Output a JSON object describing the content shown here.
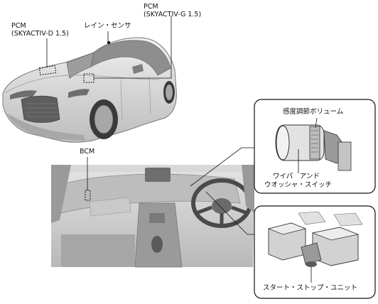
{
  "labels": {
    "pcm_d": "PCM",
    "pcm_d_sub": "(SKYACTIV-D 1.5)",
    "rain_sensor": "レイン・センサ",
    "pcm_g": "PCM",
    "pcm_g_sub": "(SKYACTIV-G 1.5)",
    "bcm": "BCM",
    "sensitivity_volume": "感度調節ボリューム",
    "wiper_line1": "ワイパ　アンド",
    "wiper_line2": "ウオッシャ・スイッチ",
    "start_stop": "スタート・ストップ・ユニット"
  },
  "colors": {
    "car_body": "#dcdcdc",
    "line": "#111111",
    "interior": "#cfcfcf"
  }
}
